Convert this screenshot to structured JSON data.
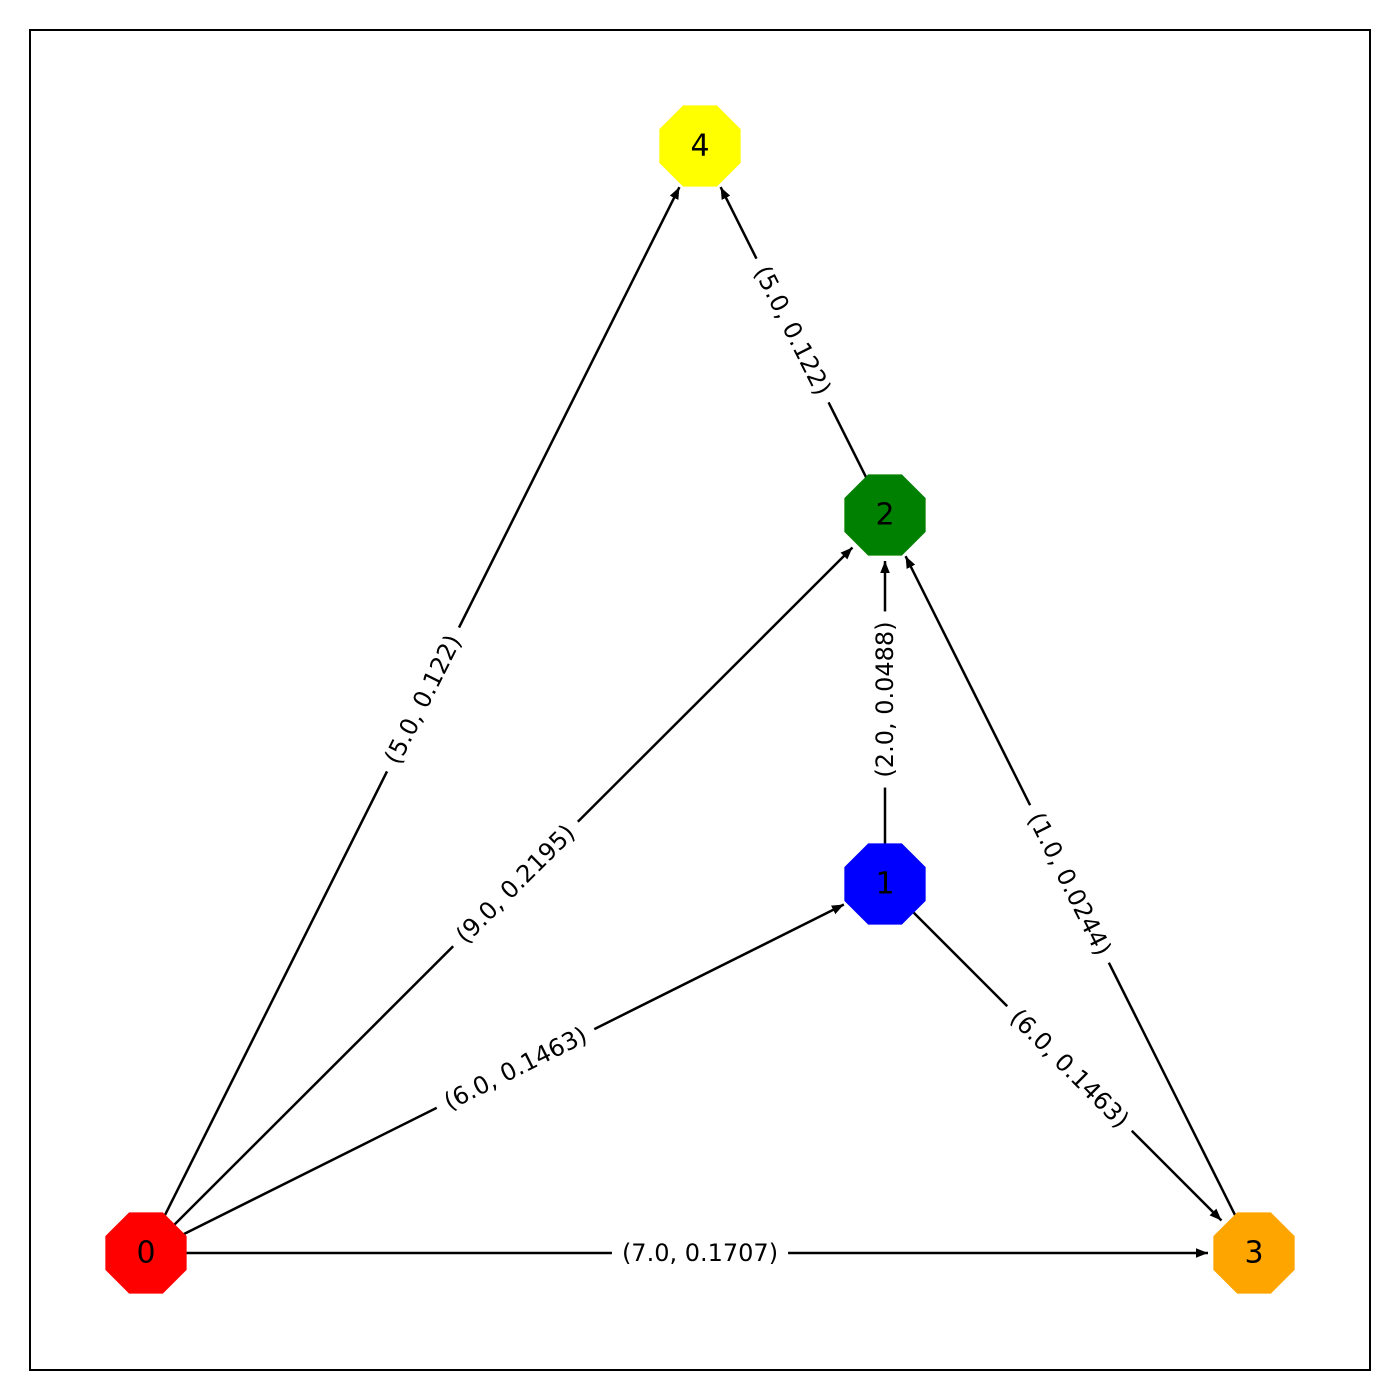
{
  "graph": {
    "directed": true,
    "nodes": [
      {
        "id": "0",
        "label": "0",
        "color": "#ff0000"
      },
      {
        "id": "1",
        "label": "1",
        "color": "#0000ff"
      },
      {
        "id": "2",
        "label": "2",
        "color": "#008000"
      },
      {
        "id": "3",
        "label": "3",
        "color": "#ffa500"
      },
      {
        "id": "4",
        "label": "4",
        "color": "#ffff00"
      }
    ],
    "edges": [
      {
        "source": "0",
        "target": "4",
        "label": "(5.0, 0.122)"
      },
      {
        "source": "0",
        "target": "2",
        "label": "(9.0, 0.2195)"
      },
      {
        "source": "0",
        "target": "1",
        "label": "(6.0, 0.1463)"
      },
      {
        "source": "0",
        "target": "3",
        "label": "(7.0, 0.1707)"
      },
      {
        "source": "1",
        "target": "2",
        "label": "(2.0, 0.0488)"
      },
      {
        "source": "1",
        "target": "3",
        "label": "(6.0, 0.1463)"
      },
      {
        "source": "2",
        "target": "4",
        "label": "(5.0, 0.122)"
      },
      {
        "source": "3",
        "target": "2",
        "label": "(1.0, 0.0244)"
      }
    ]
  }
}
